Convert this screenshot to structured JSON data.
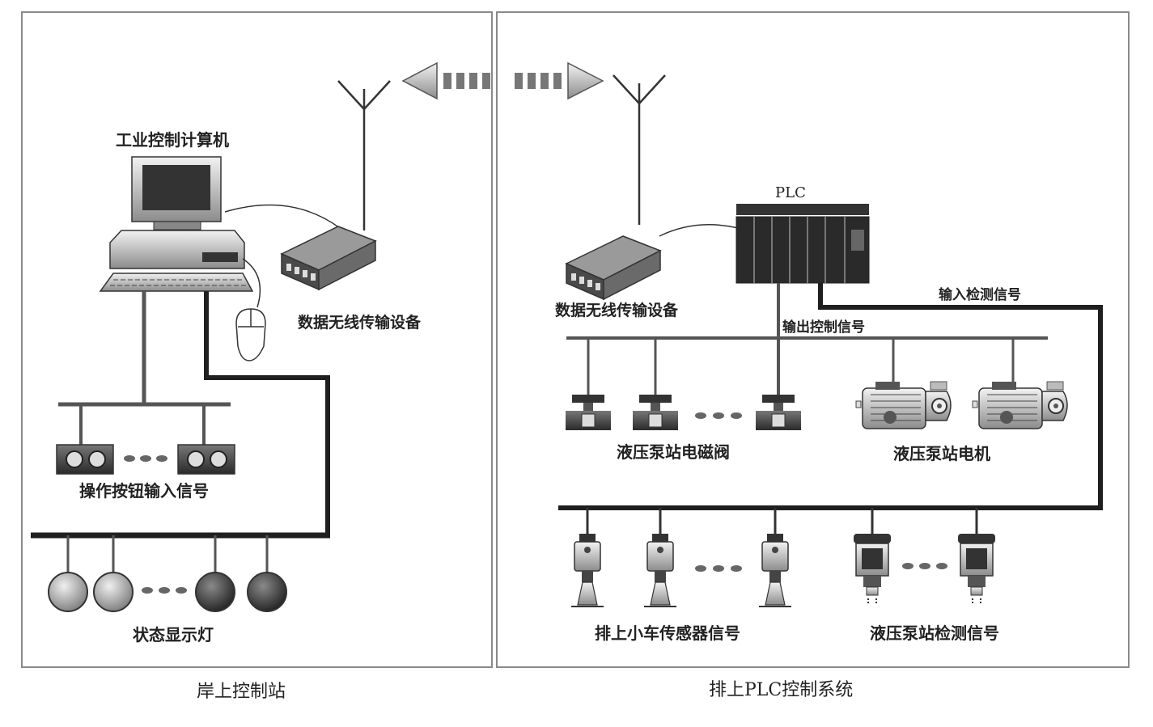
{
  "left_panel": {
    "caption": "岸上控制站",
    "computer_label": "工业控制计算机",
    "wireless_label": "数据无线传输设备",
    "buttons_label": "操作按钮输入信号",
    "lamps_label": "状态显示灯"
  },
  "right_panel": {
    "caption": "排上PLC控制系统",
    "plc_label": "PLC",
    "wireless_label": "数据无线传输设备",
    "input_signal_label": "输入检测信号",
    "output_signal_label": "输出控制信号",
    "valves_label": "液压泵站电磁阀",
    "motors_label": "液压泵站电机",
    "cart_sensors_label": "排上小车传感器信号",
    "pump_sensors_label": "液压泵站检测信号"
  },
  "colors": {
    "line": "#2b2b2b",
    "device_dark": "#3a3a3a",
    "device_light": "#d9d9d9",
    "frame": "#8a8a8a"
  },
  "icons": [
    "antenna-icon",
    "computer-icon",
    "mouse-icon",
    "radio-modem-icon",
    "plc-icon",
    "button-panel-icon",
    "status-lamp-icon",
    "solenoid-valve-icon",
    "motor-icon",
    "cart-sensor-icon",
    "pump-sensor-icon",
    "wireless-arrow-icon"
  ]
}
